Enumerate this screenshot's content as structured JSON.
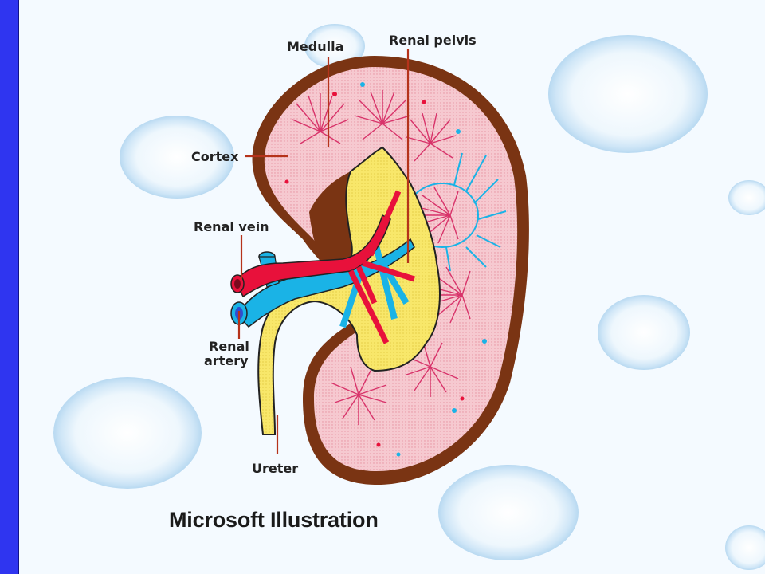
{
  "labels": {
    "medulla": "Medulla",
    "renal_pelvis": "Renal pelvis",
    "cortex": "Cortex",
    "renal_vein": "Renal vein",
    "renal_artery_line1": "Renal",
    "renal_artery_line2": "artery",
    "ureter": "Ureter"
  },
  "caption": "Microsoft Illustration",
  "colors": {
    "side_bar": "#2f35f0",
    "cortex": "#f6c9d0",
    "capsule": "#7a3413",
    "pelvis": "#f8e76a",
    "vein": "#1ab3e6",
    "artery": "#e8113b",
    "medulla": "#d8336a"
  }
}
